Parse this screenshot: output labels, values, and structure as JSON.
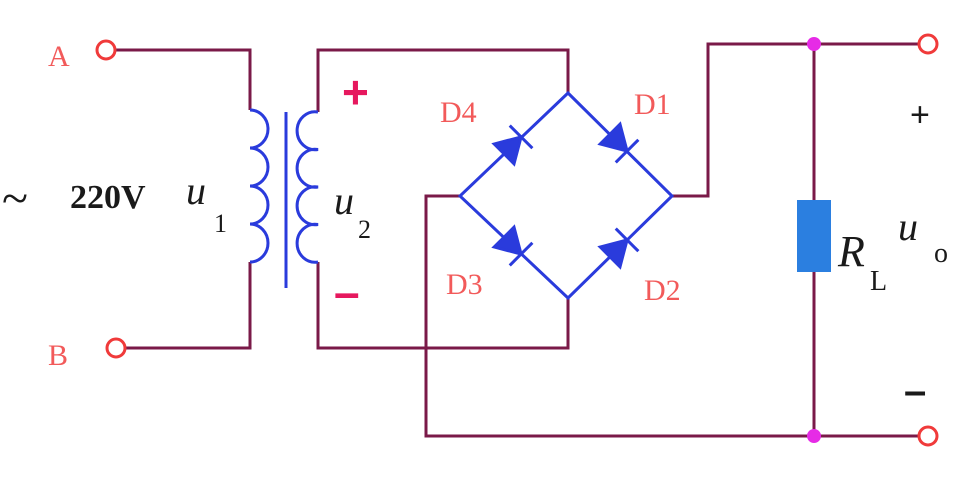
{
  "terminals": {
    "a": "A",
    "b": "B"
  },
  "source": {
    "tilde": "~",
    "voltage": "220V"
  },
  "primary": {
    "symbol": "u",
    "subscript": "1"
  },
  "secondary": {
    "symbol": "u",
    "subscript": "2",
    "plus": "+",
    "minus": "–"
  },
  "diodes": {
    "d1": "D1",
    "d2": "D2",
    "d3": "D3",
    "d4": "D4"
  },
  "load": {
    "symbol": "R",
    "subscript": "L"
  },
  "output": {
    "symbol": "u",
    "subscript": "o",
    "plus": "+",
    "minus": "–"
  },
  "colors": {
    "wire": "#7a1a48",
    "coil": "#2a3bdc",
    "bridge": "#2a3bdc",
    "resistor": "#2b7fe0",
    "junction": "#e62be6",
    "terminal": "#f03a3a",
    "label": "#f25a5a",
    "sign": "#e6185e"
  }
}
